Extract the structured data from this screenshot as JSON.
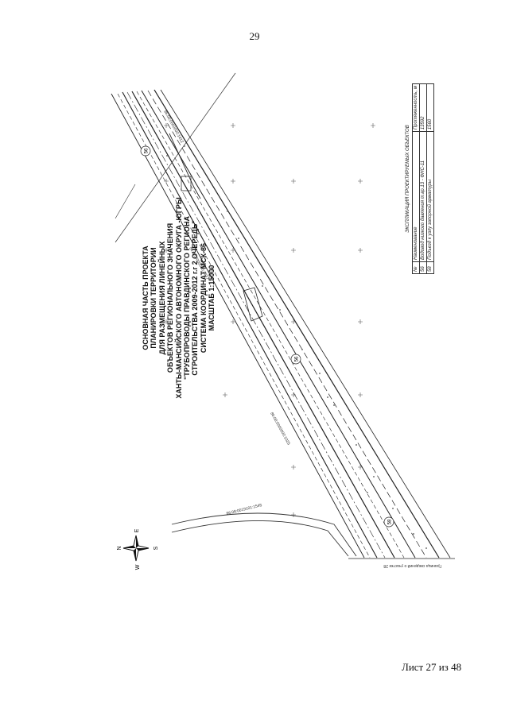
{
  "page_number": "29",
  "sheet_label": "Лист 27 из 48",
  "title_lines": [
    "ОСНОВНАЯ ЧАСТЬ ПРОЕКТА",
    "ПЛАНИРОВКИ ТЕРРИТОРИИ",
    "ДЛЯ РАЗМЕЩЕНИЯ ЛИНЕЙНЫХ",
    "ОБЪЕКТОВ РЕГИОНАЛЬНОГО ЗНАЧЕНИЯ",
    "ХАНТЫ-МАНСИЙСКОГО АВТОНОМНОГО ОКРУГА -ЮГРЫ",
    "\"ТРУБОПРОВОДЫ ПРАВДИНСКОГО РЕГИОНА",
    "СТРОИТЕЛЬСТВА 2009-2012 г.г 2 ОЧЕРЕДЬ\"",
    "СИСТЕМА КООРДИНАТ МСК-86",
    "МАСШТАБ 1:15000"
  ],
  "compass": {
    "n": "N",
    "s": "S",
    "e": "E",
    "w": "W"
  },
  "legend": {
    "title": "ЭКСПЛИКАЦИЯ ПРОЕКТИРУЕМЫХ ОБЪЕКТОВ",
    "headers": [
      "№",
      "Наименование",
      "Протяженность, м"
    ],
    "rows": [
      [
        "56",
        "Водовод низкого давления т.вр.13 - ФНС-11",
        "13592"
      ],
      [
        "58",
        "Подъезд к узлу запорной арматуры",
        "1560"
      ]
    ]
  },
  "map_labels": {
    "parcel_a": "86:08:0000000:2737",
    "parcel_b": "86:08:0000000:1025",
    "parcel_c": "86:08:0000000:1412",
    "parcel_d": "86:08:0019101:1545",
    "boundary": "Граница сведений о участке 28",
    "marker_a": "56",
    "marker_b": "56",
    "marker_c": "58"
  }
}
